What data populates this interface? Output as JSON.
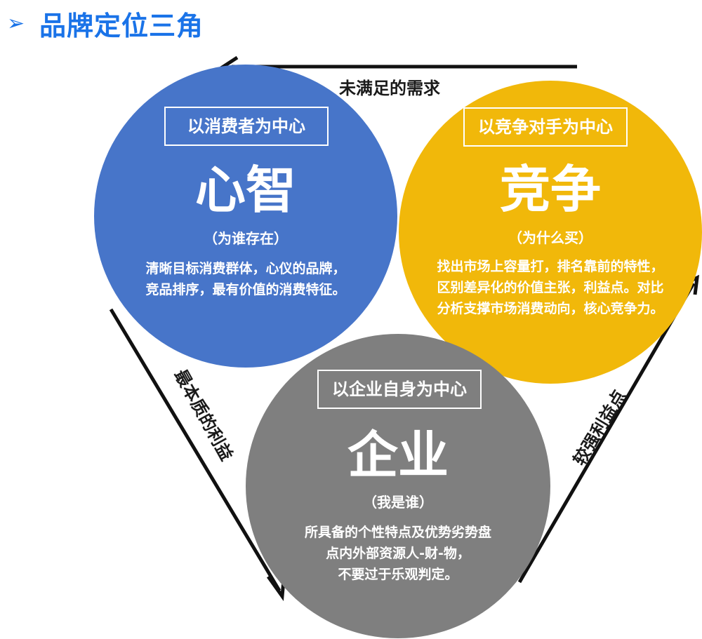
{
  "header": {
    "bullet": "➢",
    "title": "品牌定位三角"
  },
  "arrows": {
    "top_label": "未满足的需求",
    "left_label": "最本质的利益",
    "right_label": "较强利益点"
  },
  "colors": {
    "consumer": "#4775c9",
    "competition": "#f1b80a",
    "enterprise": "#7f7f7f",
    "title": "#1a73e8"
  },
  "circles": {
    "consumer": {
      "box_label": "以消费者为中心",
      "big_label": "心智",
      "sub_label": "（为谁存在）",
      "desc_lines": [
        "清晰目标消费群体，心仪的品牌，",
        "竞品排序，最有价值的消费特征。"
      ]
    },
    "competition": {
      "box_label": "以竞争对手为中心",
      "big_label": "竞争",
      "sub_label": "（为什么买）",
      "desc_lines": [
        "找出市场上容量打，排名靠前的特性，",
        "区别差异化的价值主张，利益点。对比",
        "分析支撑市场消费动向，核心竞争力。"
      ]
    },
    "enterprise": {
      "box_label": "以企业自身为中心",
      "big_label": "企业",
      "sub_label": "（我是谁）",
      "desc_lines": [
        "所具备的个性特点及优势劣势盘",
        "点内外部资源人-财-物，",
        "不要过于乐观判定。"
      ]
    }
  }
}
